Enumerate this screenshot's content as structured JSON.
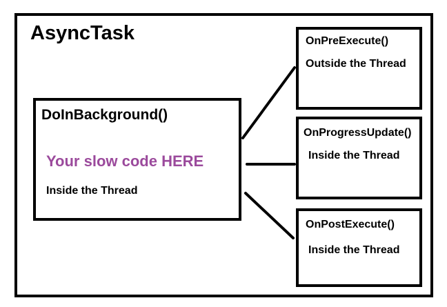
{
  "colors": {
    "line": "#000000",
    "background": "#ffffff",
    "highlight": "#9b4a9c"
  },
  "diagram": {
    "title": "AsyncTask",
    "main": {
      "title": "DoInBackground()",
      "highlight": "Your slow code HERE",
      "note": "Inside the Thread"
    },
    "callbacks": [
      {
        "title": "OnPreExecute()",
        "note": "Outside the Thread"
      },
      {
        "title": "OnProgressUpdate()",
        "note": "Inside the Thread"
      },
      {
        "title": "OnPostExecute()",
        "note": "Inside the Thread"
      }
    ]
  }
}
